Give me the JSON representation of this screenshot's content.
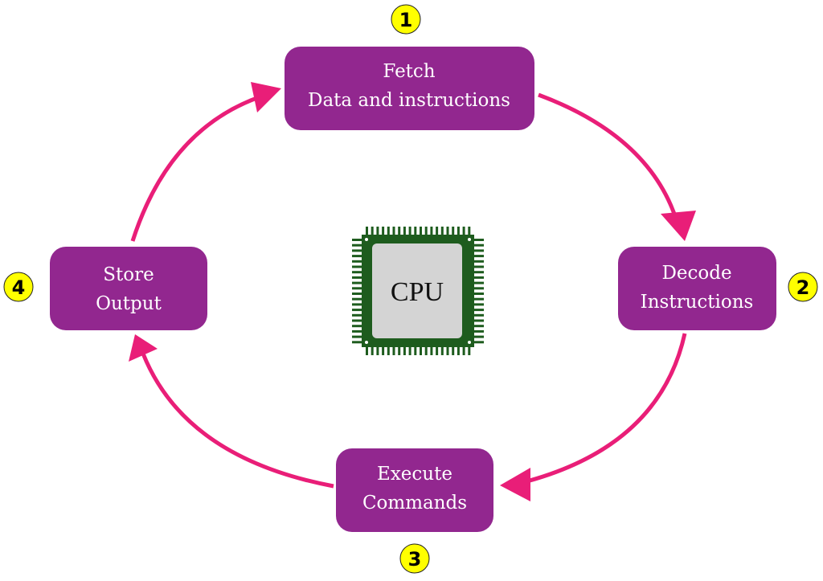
{
  "colors": {
    "box": "#92278f",
    "arrow": "#e91e78",
    "badge": "#ffff00",
    "chip_body": "#1e5c1e",
    "chip_core": "#d4d4d4"
  },
  "cpu": {
    "label": "CPU",
    "icon": "cpu-chip-icon"
  },
  "steps": [
    {
      "number": "1",
      "line1": "Fetch",
      "line2": "Data and instructions"
    },
    {
      "number": "2",
      "line1": "Decode",
      "line2": "Instructions"
    },
    {
      "number": "3",
      "line1": "Execute",
      "line2": "Commands"
    },
    {
      "number": "4",
      "line1": "Store",
      "line2": "Output"
    }
  ]
}
